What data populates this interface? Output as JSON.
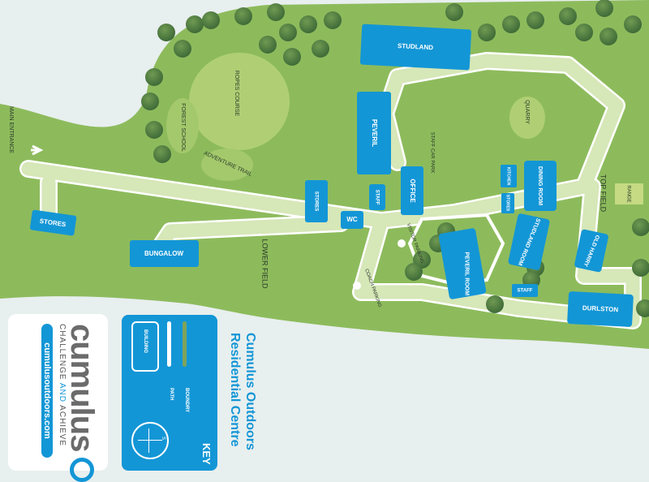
{
  "map": {
    "labels": {
      "main_entrance": "MAIN ENTRANCE",
      "forest_school": "FOREST SCHOOL",
      "ropes_course": "ROPES COURSE",
      "adventure_trail": "ADVENTURE TRAIL",
      "staff_car_park": "STAFF CAR PARK",
      "visitor_parking": "VISITOR PARKING",
      "coach_parking": "COACH PARKING",
      "lower_field": "LOWER FIELD",
      "quarry": "QUARRY",
      "top_field": "TOP FIELD",
      "range": "RANGE"
    },
    "buildings": {
      "studland": "STUDLAND",
      "peveril": "PEVERIL",
      "stores_entrance": "STORES",
      "bungalow": "BUNGALOW",
      "stores_mid": "STORES",
      "wc": "WC",
      "staff_mid": "STAFF",
      "office": "OFFICE",
      "kitchen": "KITCHEN",
      "stores_small": "STORES",
      "dining_room": "DINING ROOM",
      "studland_room": "STUDLAND ROOM",
      "peveril_room": "PEVERIL ROOM",
      "old_harry": "OLD HARRY",
      "staff_south": "STAFF",
      "durlston": "DURLSTON"
    }
  },
  "title": {
    "line1": "Cumulus Outdoors",
    "line2": "Residential Centre"
  },
  "key": {
    "heading": "KEY",
    "building": "BUILDING",
    "path": "PATH",
    "boundary": "BOUNDRY",
    "compass_letter": "S",
    "colors": {
      "building": "#1396d6",
      "path": "#ffffff",
      "boundary": "#7ea35a"
    }
  },
  "logo": {
    "name": "cumulus",
    "tagline_1": "CHALLENGE",
    "tagline_and": "AND",
    "tagline_2": "ACHIEVE",
    "url": "cumulusoutdoors.com"
  }
}
